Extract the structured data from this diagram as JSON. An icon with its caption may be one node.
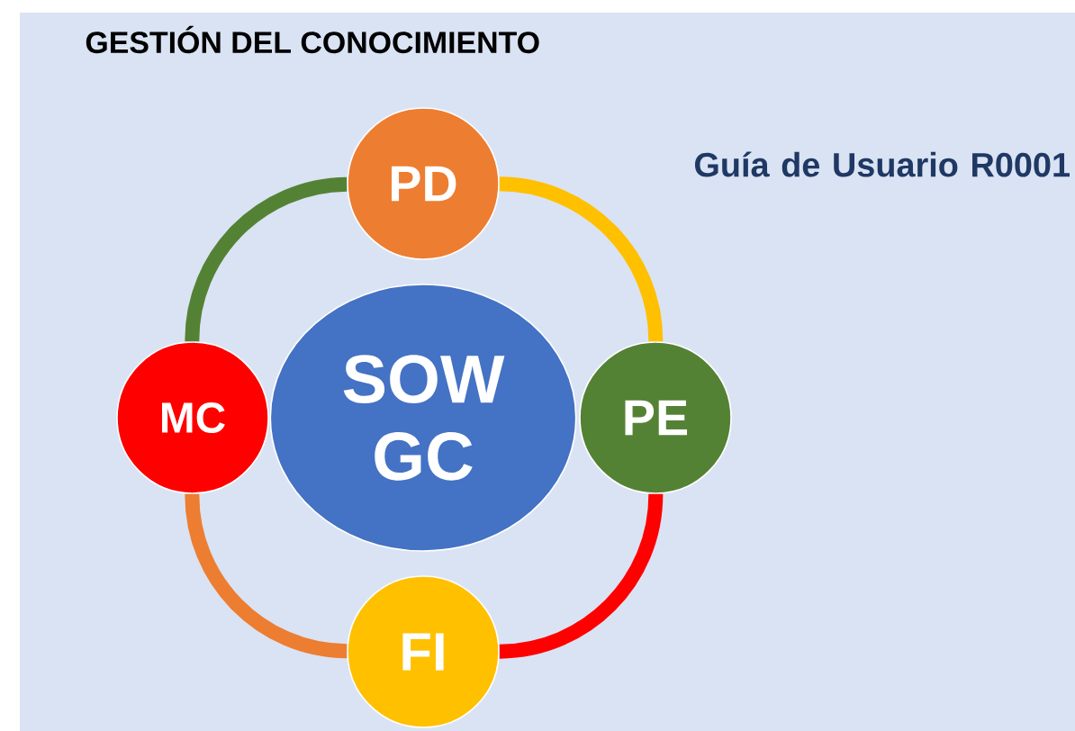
{
  "diagram": {
    "title": "GESTIÓN DEL CONOCIMIENTO",
    "nodes": [
      {
        "text": [
          "PD"
        ]
      },
      {
        "text": [
          "MC"
        ]
      },
      {
        "text": [
          "SOW GC"
        ]
      },
      {
        "text": [
          "PE"
        ]
      },
      {
        "text": [
          "FI"
        ]
      }
    ],
    "edges": [
      {
        "from": 0,
        "to": 3,
        "arrow": "none",
        "color": "#ffc000"
      },
      {
        "from": 3,
        "to": 4,
        "arrow": "none",
        "color": "#ff0000"
      },
      {
        "from": 4,
        "to": 1,
        "arrow": "none",
        "color": "#ed7d31"
      },
      {
        "from": 1,
        "to": 0,
        "arrow": "none",
        "color": "#548235"
      }
    ],
    "labels": [
      "Guía de Usuario R0001"
    ]
  }
}
